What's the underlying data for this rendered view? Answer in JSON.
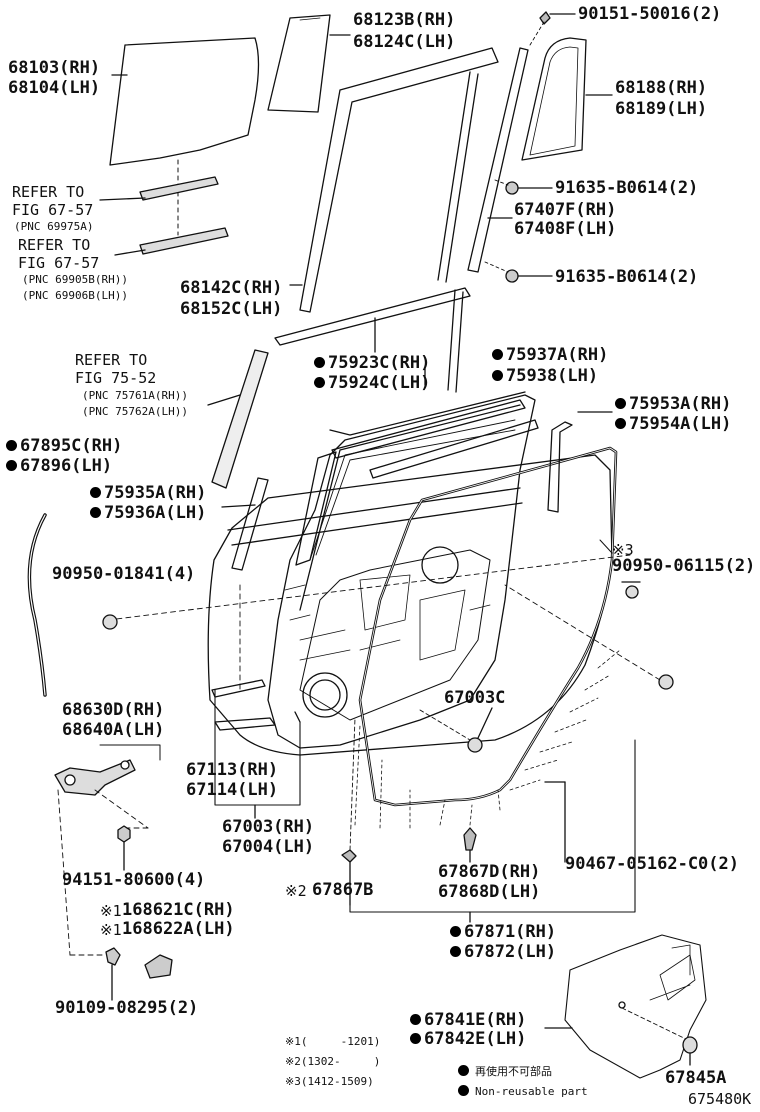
{
  "parts": {
    "p68123": "68123B(RH)",
    "p68124": "68124C(LH)",
    "p90151": "90151-50016(2)",
    "p68103": "68103(RH)",
    "p68104": "68104(LH)",
    "p68188": "68188(RH)",
    "p68189": "68189(LH)",
    "p91635a": "91635-B0614(2)",
    "p67407": "67407F(RH)",
    "p67408": "67408F(LH)",
    "p91635b": "91635-B0614(2)",
    "p68142": "68142C(RH)",
    "p68152": "68152C(LH)",
    "p75923": "75923C(RH)",
    "p75924": "75924C(LH)",
    "p75937": "75937A(RH)",
    "p75938": "75938(LH)",
    "p75953": "75953A(RH)",
    "p75954": "75954A(LH)",
    "p67895": "67895C(RH)",
    "p67896": "67896(LH)",
    "p75935": "75935A(RH)",
    "p75936": "75936A(LH)",
    "p90950a": "90950-01841(4)",
    "p90950b": "90950-06115(2)",
    "p68630": "68630D(RH)",
    "p68640": "68640A(LH)",
    "p67003c": "67003C",
    "p67113": "67113(RH)",
    "p67114": "67114(LH)",
    "p67003": "67003(RH)",
    "p67004": "67004(LH)",
    "p94151": "94151-80600(4)",
    "p67867d": "67867D(RH)",
    "p67868d": "67868D(LH)",
    "p90467": "90467-05162-C0(2)",
    "p67867b": "67867B",
    "p168621": "168621C(RH)",
    "p168622": "168622A(LH)",
    "p67871": "67871(RH)",
    "p67872": "67872(LH)",
    "p90109": "90109-08295(2)",
    "p67841": "67841E(RH)",
    "p67842": "67842E(LH)",
    "p67845": "67845A"
  },
  "refs": {
    "r1_line1": "REFER TO",
    "r1_line2": "FIG 67-57",
    "r1_pnc": "(PNC 69975A)",
    "r2_line1": "REFER TO",
    "r2_line2": "FIG 67-57",
    "r2_pnc1": "(PNC 69905B(RH))",
    "r2_pnc2": "(PNC 69906B(LH))",
    "r3_line1": "REFER TO",
    "r3_line2": "FIG 75-52",
    "r3_pnc1": "(PNC 75761A(RH))",
    "r3_pnc2": "(PNC 75762A(LH))"
  },
  "marks": {
    "m2": "※2",
    "m3": "※3",
    "m1": "※1",
    "m1b": "※1"
  },
  "legend": {
    "n1": "※1(     -1201)",
    "n2": "※2(1302-     )",
    "n3": "※3(1412-1509)",
    "jp": "再使用不可部品",
    "en": "Non-reusable part"
  },
  "figure_code": "675480K"
}
